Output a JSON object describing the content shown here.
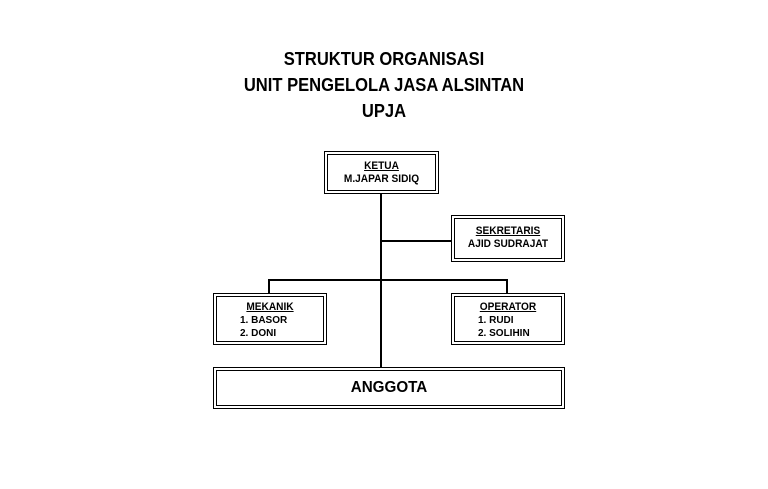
{
  "title": {
    "line1": "STRUKTUR ORGANISASI",
    "line2": "UNIT PENGELOLA JASA ALSINTAN",
    "line3": "UPJA"
  },
  "ketua": {
    "heading": "KETUA",
    "name": "M.JAPAR SIDIQ"
  },
  "sekretaris": {
    "heading": "SEKRETARIS",
    "name": "AJID SUDRAJAT"
  },
  "mekanik": {
    "heading": "MEKANIK",
    "members": [
      "1.  BASOR",
      "2.  DONI"
    ]
  },
  "operator": {
    "heading": "OPERATOR",
    "members": [
      "1.  RUDI",
      "2.  SOLIHIN"
    ]
  },
  "anggota": {
    "label": "ANGGOTA"
  }
}
